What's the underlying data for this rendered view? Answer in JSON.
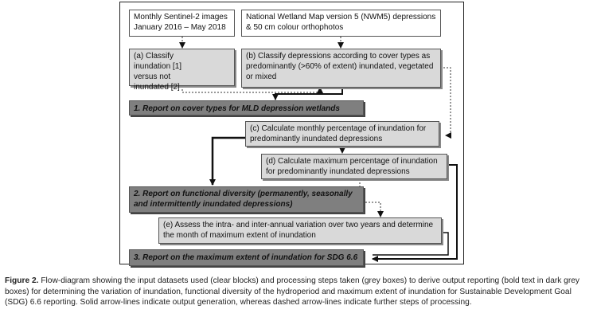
{
  "boxes": {
    "input_sentinel": "Monthly Sentinel-2 images January 2016 – May 2018",
    "input_nwm5": "National Wetland Map version 5 (NWM5) depressions & 50 cm colour orthophotos",
    "step_a": "(a) Classify inundation [1] versus not inundated [2]",
    "step_b": "(b) Classify depressions according to cover types as predominantly (>60% of extent) inundated, vegetated or mixed",
    "output_1": "1. Report on cover types for MLD depression wetlands",
    "step_c": "(c) Calculate monthly percentage of inundation for predominantly inundated depressions",
    "step_d": "(d) Calculate maximum percentage of inundation for predominantly inundated depressions",
    "output_2": "2. Report on functional diversity (permanently, seasonally and intermittently inundated depressions)",
    "step_e": "(e) Assess the intra- and inter-annual variation over two years and determine the month of maximum extent of inundation",
    "output_3": "3. Report on the maximum extent of inundation for SDG 6.6"
  },
  "caption": {
    "label": "Figure 2.",
    "text": "Flow-diagram showing the input datasets used (clear blocks) and processing steps taken (grey boxes) to derive output reporting (bold text in dark grey boxes) for determining the variation of inundation, functional diversity of the hydroperiod and maximum extent of inundation for Sustainable Development Goal (SDG) 6.6 reporting. Solid arrow-lines indicate output generation, whereas dashed arrow-lines indicate further steps of processing."
  },
  "colors": {
    "clear_box": "#ffffff",
    "process_box": "#d9d9d9",
    "output_box": "#7f7f7f"
  }
}
